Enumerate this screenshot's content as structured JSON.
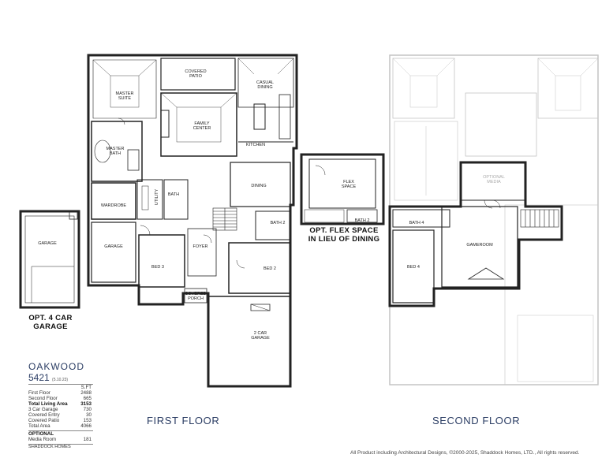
{
  "plan": {
    "name": "OAKWOOD",
    "number": "5421",
    "revision": "(5.10.23)",
    "sqft_header": "S.FT",
    "stats": [
      {
        "label": "First Floor",
        "value": "2488",
        "bold": false
      },
      {
        "label": "Second Floor",
        "value": "665",
        "bold": false
      },
      {
        "label": "Total Living Area",
        "value": "3153",
        "bold": true
      },
      {
        "label": "3 Car Garage",
        "value": "730",
        "bold": false
      },
      {
        "label": "Covered Entry",
        "value": "30",
        "bold": false
      },
      {
        "label": "Covered Patio",
        "value": "153",
        "bold": false
      },
      {
        "label": "Total Area",
        "value": "4066",
        "bold": false
      }
    ],
    "optional_title": "OPTIONAL",
    "optional": {
      "label": "Media Room",
      "value": "181"
    },
    "builder": "SHADDOCK HOMES"
  },
  "labels": {
    "first_floor": "FIRST FLOOR",
    "second_floor": "SECOND FLOOR",
    "opt_garage_1": "OPT. 4 CAR",
    "opt_garage_2": "GARAGE",
    "opt_flex_1": "OPT. FLEX SPACE",
    "opt_flex_2": "IN LIEU OF DINING",
    "copyright": "All Product including Architectural Designs, ©2000-2025, Shaddock Homes, LTD., All rights reserved."
  },
  "rooms": {
    "master_suite_1": "MASTER",
    "master_suite_2": "SUITE",
    "covered_patio_1": "COVERED",
    "covered_patio_2": "PATIO",
    "casual_dining_1": "CASUAL",
    "casual_dining_2": "DINING",
    "family_center_1": "FAMILY",
    "family_center_2": "CENTER",
    "master_bath_1": "MASTER",
    "master_bath_2": "BATH",
    "kitchen": "KITCHEN",
    "dining": "DINING",
    "wardrobe": "WARDROBE",
    "utility": "UTILITY",
    "bath": "BATH",
    "bath_2": "BATH 2",
    "garage": "GARAGE",
    "foyer": "FOYER",
    "bed_3": "BED 3",
    "bed_2": "BED 2",
    "covered_porch_1": "COVERED",
    "covered_porch_2": "PORCH",
    "car_garage_1": "2 CAR",
    "car_garage_2": "GARAGE",
    "opt_garage": "GARAGE",
    "flex_1": "FLEX",
    "flex_2": "SPACE",
    "flex_bath_2": "BATH 2",
    "bath_4": "BATH 4",
    "optional_media_1": "OPTIONAL",
    "optional_media_2": "MEDIA",
    "gameroom": "GAMEROOM",
    "bed_4": "BED 4"
  }
}
